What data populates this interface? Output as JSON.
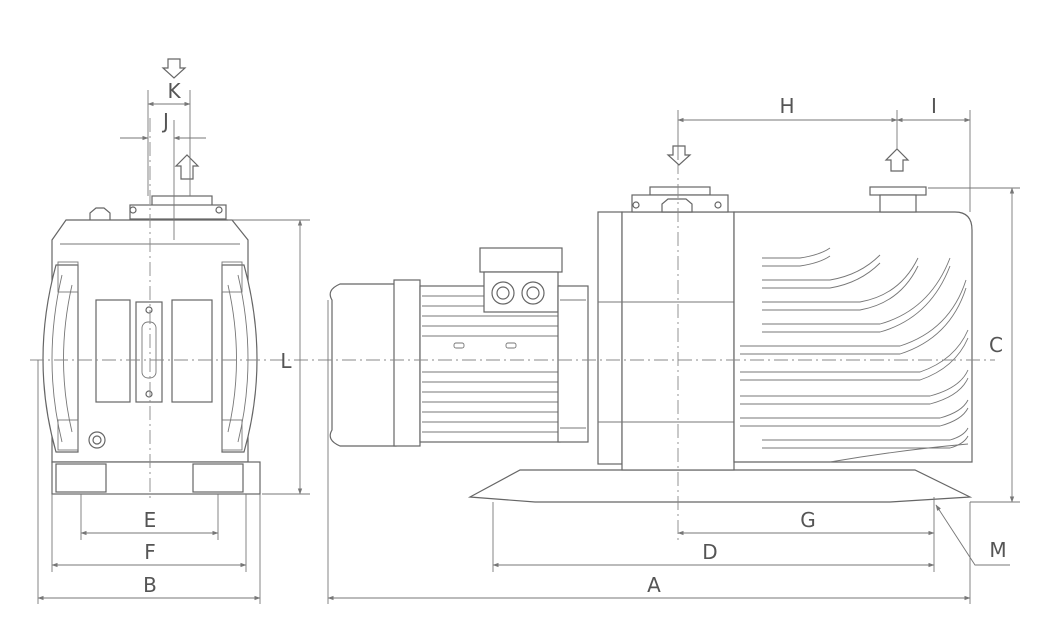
{
  "labels": {
    "A": "A",
    "B": "B",
    "C": "C",
    "D": "D",
    "E": "E",
    "F": "F",
    "G": "G",
    "H": "H",
    "I": "I",
    "J": "J",
    "K": "K",
    "L": "L",
    "M": "M"
  },
  "colors": {
    "line": "#666666",
    "dim": "#777777",
    "text": "#555555",
    "background": "#ffffff"
  }
}
